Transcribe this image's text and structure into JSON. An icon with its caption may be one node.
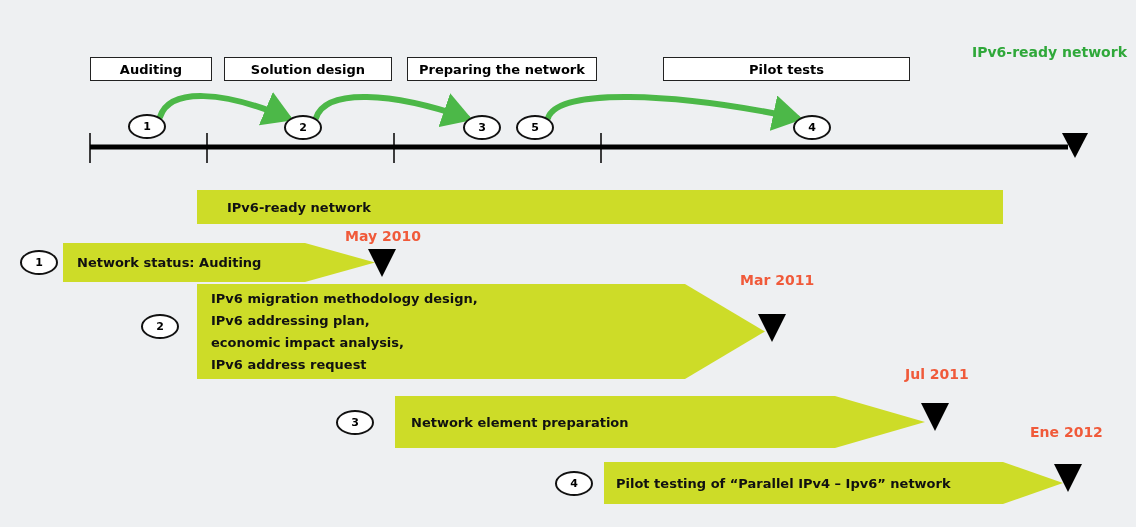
{
  "diagram": {
    "nodes": [
      {
        "text": [
          "Auditing"
        ]
      },
      {
        "text": [
          "Solution design"
        ]
      },
      {
        "text": [
          "Preparing the network"
        ]
      },
      {
        "text": [
          "Pilot tests"
        ]
      },
      {
        "text": [
          "1"
        ]
      },
      {
        "text": [
          "2"
        ]
      },
      {
        "text": [
          "3"
        ]
      },
      {
        "text": [
          "5"
        ]
      },
      {
        "text": [
          "4"
        ]
      },
      {
        "text": [
          "IPv6-ready network"
        ]
      },
      {
        "text": [
          "1"
        ]
      },
      {
        "text": [
          "Network status: Auditing"
        ],
        "beside": [
          "May 2010"
        ]
      },
      {
        "text": [
          "2"
        ]
      },
      {
        "text": [
          "IPv6 migration methodology design,",
          "IPv6 addressing plan,",
          "economic impact analysis,",
          "IPv6 address request"
        ],
        "beside": [
          "Mar 2011"
        ]
      },
      {
        "text": [
          "3"
        ]
      },
      {
        "text": [
          "Network element preparation"
        ],
        "beside": [
          "Jul 2011"
        ]
      },
      {
        "text": [
          "4"
        ]
      },
      {
        "text": [
          "Pilot testing of “Parallel IPv4 – Ipv6” network"
        ],
        "beside": [
          "Ene 2012"
        ]
      }
    ],
    "edges": [
      {
        "from": 4,
        "to": 5,
        "arrow": "to"
      },
      {
        "from": 5,
        "to": 6,
        "arrow": "to"
      },
      {
        "from": 7,
        "to": 8,
        "arrow": "to"
      }
    ],
    "labels": [
      "IPv6-ready network"
    ]
  }
}
